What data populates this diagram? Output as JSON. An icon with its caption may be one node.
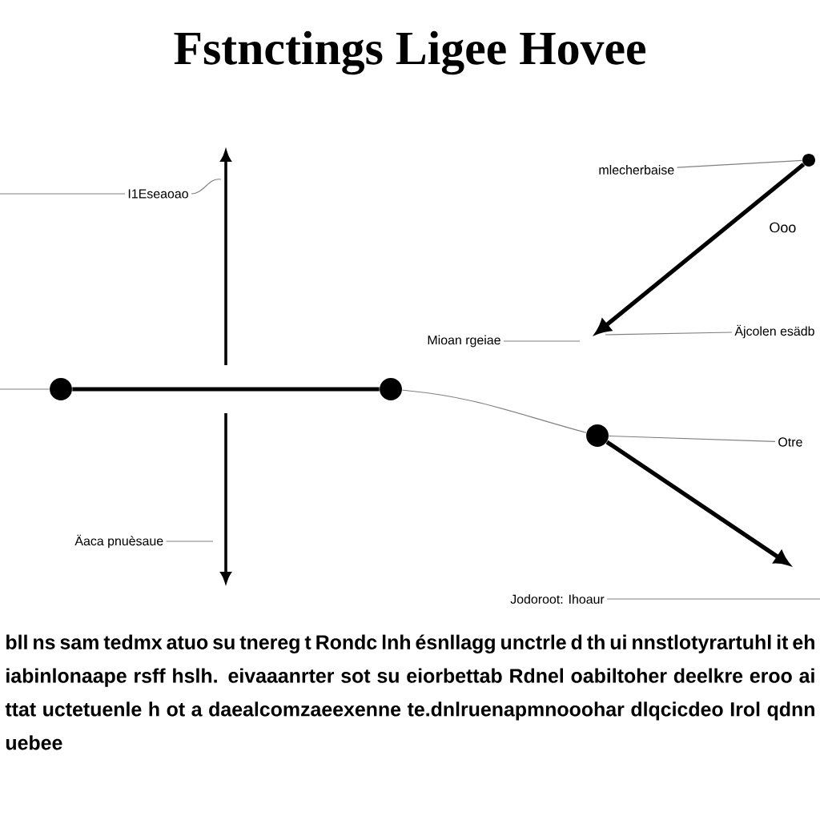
{
  "diagram": {
    "title": "Fstnctings Ligee Hovee",
    "nodes": [
      {
        "text": [],
        "shape": "circle"
      },
      {
        "text": [],
        "shape": "circle"
      },
      {
        "text": [],
        "shape": "circle"
      },
      {
        "text": [],
        "shape": "circle"
      },
      {
        "text": [
          "I1Eseaoao"
        ]
      },
      {
        "text": [
          "Äaca pnuèsaue"
        ]
      },
      {
        "text": [
          "Mioan rgeiae"
        ]
      },
      {
        "text": [
          "mlecherbaise"
        ]
      },
      {
        "text": [
          "Äjcolen esädb"
        ]
      },
      {
        "text": [
          "Otre"
        ]
      },
      {
        "text": [
          "Jodoroot: Ihoaur"
        ]
      }
    ],
    "edges": [
      {
        "from": 0,
        "to": 1,
        "arrow": "none",
        "style": "thick",
        "color": "#000000"
      },
      {
        "from": 1,
        "to": 2,
        "arrow": "none"
      },
      {
        "from": 3,
        "to": null,
        "arrow": "to",
        "style": "thick",
        "color": "#000000"
      },
      {
        "from": 2,
        "to": null,
        "arrow": "to",
        "style": "thick",
        "color": "#000000"
      },
      {
        "from": 4,
        "to": null,
        "arrow": "none"
      },
      {
        "from": 5,
        "to": null,
        "arrow": "none"
      },
      {
        "from": 6,
        "to": null,
        "arrow": "none"
      },
      {
        "from": 7,
        "to": 3,
        "arrow": "none"
      },
      {
        "from": 8,
        "to": null,
        "arrow": "none"
      },
      {
        "from": 9,
        "to": 2,
        "arrow": "none"
      },
      {
        "from": 10,
        "to": null,
        "arrow": "none"
      },
      {
        "from": null,
        "to": 0,
        "arrow": "none"
      },
      {
        "from": null,
        "to": 4,
        "arrow": "none"
      }
    ],
    "labels": [
      "Ooo",
      "bll ns sam tedmx atuo su tnereg t Rondc lnh ésnllagg unctrle d th ui nnstlotyrartuhl it eh iabinlonaape rsff hslh. eivaaanrter sot su eiorbettab Rdnel oabiltoher deelkre eroo ai ttat uctetuenle h ot a daealcomzaeexenne te.dnlruenapmnooohar dlqcicdeo Irol qdnn uebee"
    ]
  }
}
